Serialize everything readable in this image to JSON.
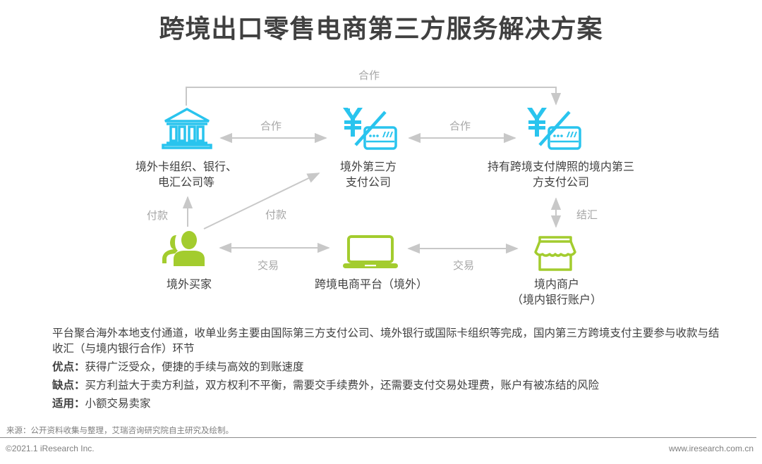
{
  "title": "跨境出口零售电商第三方服务解决方案",
  "colors": {
    "blue_icon": "#29c4ee",
    "green_icon": "#a3cc2e",
    "arrow": "#c8c8c8",
    "edge_label": "#a6a6a6",
    "text": "#404040"
  },
  "nodes": {
    "overseas_bank": {
      "icon": "bank-icon",
      "label_line1": "境外卡组织、银行、",
      "label_line2": "电汇公司等"
    },
    "overseas_third_party": {
      "icon": "yen-card-icon",
      "label_line1": "境外第三方",
      "label_line2": "支付公司"
    },
    "domestic_third_party": {
      "icon": "yen-card-icon",
      "label_line1": "持有跨境支付牌照的境内第三",
      "label_line2": "方支付公司"
    },
    "overseas_buyer": {
      "icon": "users-icon",
      "label_line1": "境外买家"
    },
    "platform": {
      "icon": "laptop-icon",
      "label_line1": "跨境电商平台（境外）"
    },
    "domestic_merchant": {
      "icon": "store-icon",
      "label_line1": "境内商户",
      "label_line2": "（境内银行账户）"
    }
  },
  "edges": {
    "top_cooperation": "合作",
    "bank_thirdparty_cooperation": "合作",
    "thirdparty_domestic_cooperation": "合作",
    "buyer_bank_payment": "付款",
    "buyer_thirdparty_payment": "付款",
    "domestic_merchant_settlement": "结汇",
    "buyer_platform_trade": "交易",
    "platform_merchant_trade": "交易"
  },
  "description": {
    "summary": "平台聚合海外本地支付通道，收单业务主要由国际第三方支付公司、境外银行或国际卡组织等完成，国内第三方跨境支付主要参与收款与结收汇（与境内银行合作）环节",
    "pros_label": "优点：",
    "pros": "获得广泛受众，便捷的手续与高效的到账速度",
    "cons_label": "缺点：",
    "cons": "买方利益大于卖方利益，双方权利不平衡，需要交手续费外，还需要支付交易处理费，账户有被冻结的风险",
    "fit_label": "适用：",
    "fit": "小额交易卖家"
  },
  "footer": {
    "source": "来源：公开资料收集与整理，艾瑞咨询研究院自主研究及绘制。",
    "copyright": "©2021.1 iResearch Inc.",
    "url": "www.iresearch.com.cn"
  }
}
